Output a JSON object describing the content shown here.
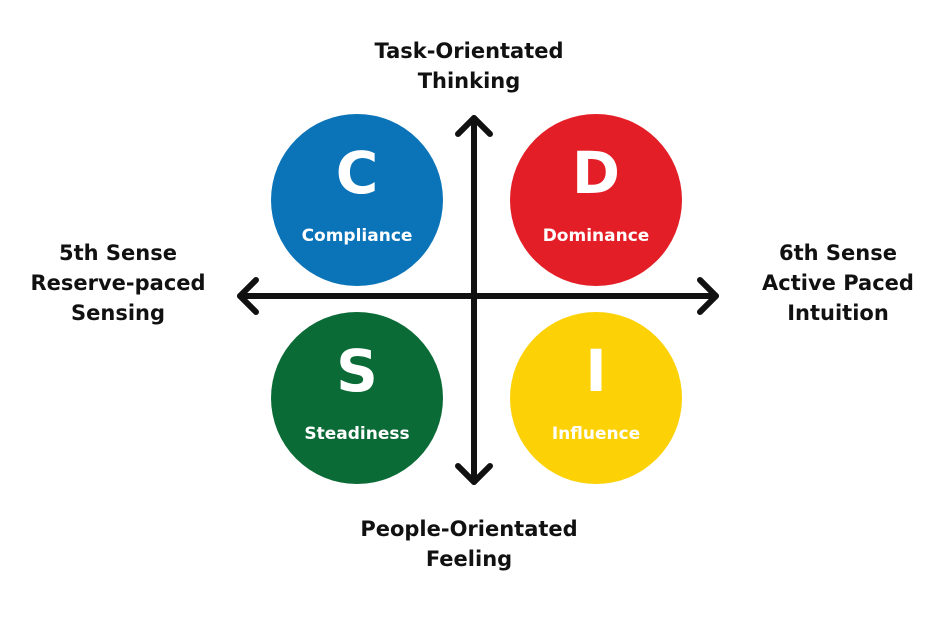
{
  "labels": {
    "top": [
      "Task-Orientated",
      "Thinking"
    ],
    "bottom": [
      "People-Orientated",
      "Feeling"
    ],
    "left": [
      "5th Sense",
      "Reserve-paced",
      "Sensing"
    ],
    "right": [
      "6th Sense",
      "Active Paced",
      "Intuition"
    ]
  },
  "quadrants": {
    "c": {
      "letter": "C",
      "word": "Compliance",
      "color": "#0b73b8"
    },
    "d": {
      "letter": "D",
      "word": "Dominance",
      "color": "#e41e26"
    },
    "s": {
      "letter": "S",
      "word": "Steadiness",
      "color": "#0b6b36"
    },
    "i": {
      "letter": "I",
      "word": "Influence",
      "color": "#fcd105"
    }
  },
  "colors": {
    "axis": "#111111",
    "background": "#ffffff"
  }
}
